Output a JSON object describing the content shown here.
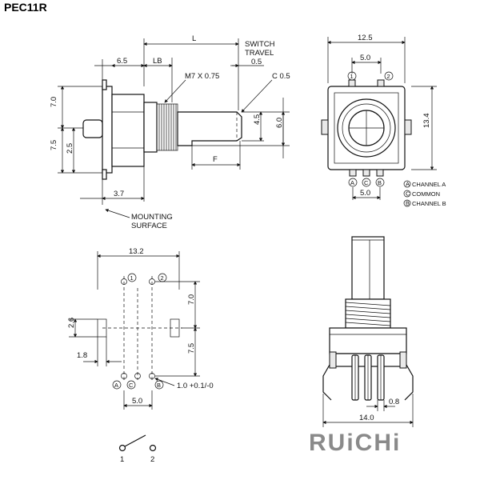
{
  "title": "PEC11R",
  "side_view": {
    "dim_L": "L",
    "dim_65": "6.5",
    "dim_LB": "LB",
    "switch_travel_1": "SWITCH",
    "switch_travel_2": "TRAVEL",
    "dim_05": "0.5",
    "thread": "M7 X 0.75",
    "chamfer": "C 0.5",
    "dim_70": "7.0",
    "dim_75": "7.5",
    "dim_25": "2.5",
    "dim_45": "4.5",
    "dim_60": "6.0",
    "dim_F": "F",
    "dim_37": "3.7",
    "mounting_1": "MOUNTING",
    "mounting_2": "SURFACE"
  },
  "front_view": {
    "dim_125": "12.5",
    "dim_50_top": "5.0",
    "dim_134": "13.4",
    "dim_50_bottom": "5.0",
    "pin1": "1",
    "pin2": "2",
    "pinA": "A",
    "pinC": "C",
    "pinB": "B",
    "legend": [
      {
        "sym": "A",
        "text": "CHANNEL A"
      },
      {
        "sym": "C",
        "text": "COMMON"
      },
      {
        "sym": "B",
        "text": "CHANNEL B"
      }
    ]
  },
  "footprint": {
    "dim_132": "13.2",
    "dim_70": "7.0",
    "dim_75": "7.5",
    "dim_26": "2.6",
    "dim_18": "1.8",
    "hole": "1.0 +0.1/-0",
    "dim_50": "5.0",
    "pin1": "1",
    "pin2": "2",
    "pinA": "A",
    "pinC": "C",
    "pinB": "B"
  },
  "bottom_view": {
    "dim_08": "0.8",
    "dim_140": "14.0"
  },
  "switch_symbol": {
    "pin1": "1",
    "pin2": "2"
  },
  "logo": "RUiCHi"
}
